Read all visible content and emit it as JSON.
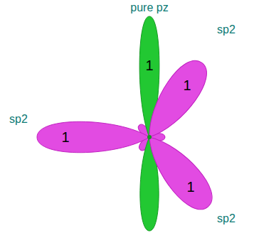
{
  "diagram": {
    "nodes": [
      {
        "text": [
          "1"
        ]
      },
      {
        "text": [
          "1"
        ]
      },
      {
        "text": [
          "1"
        ]
      },
      {
        "text": [
          "1"
        ]
      }
    ],
    "labels": [
      "pure pz",
      "sp2",
      "sp2",
      "sp2"
    ]
  }
}
